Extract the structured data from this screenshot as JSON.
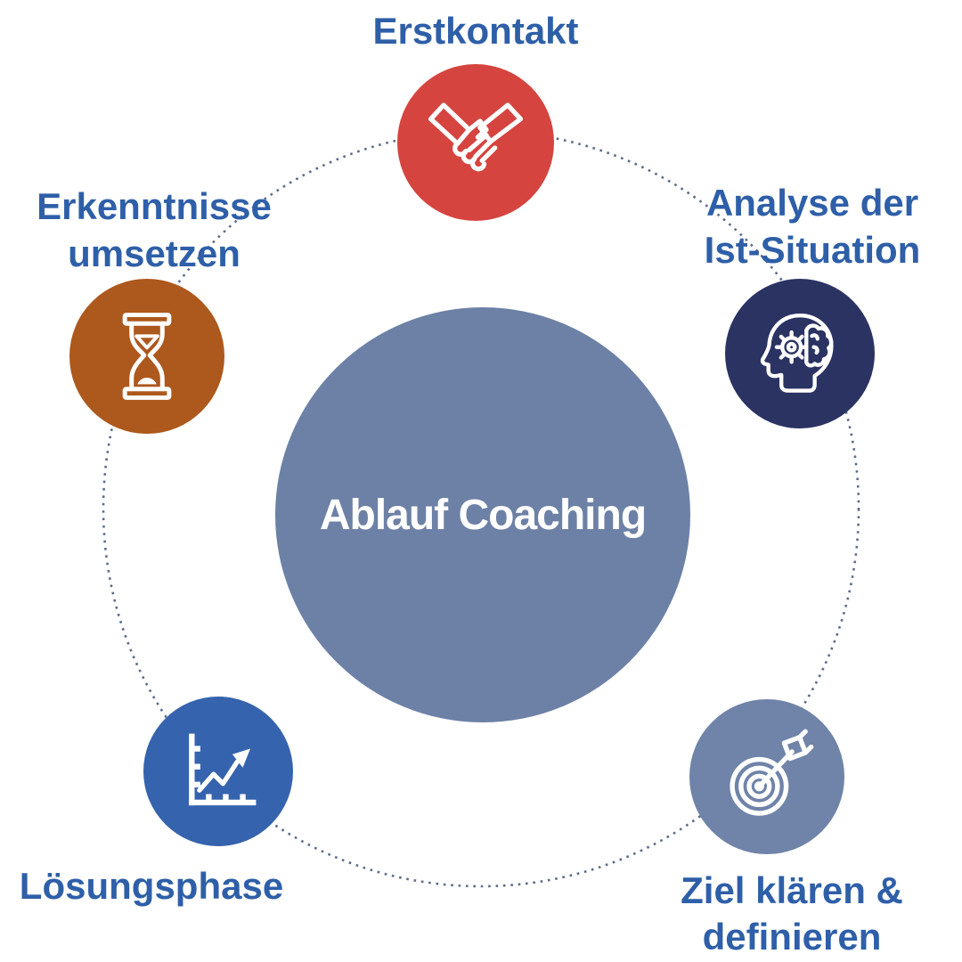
{
  "diagram": {
    "background_color": "#ffffff",
    "label_color": "#2e5fa8",
    "ring_color": "#5d6b89",
    "center": {
      "label": "Ablauf Coaching",
      "color": "#6d81a6",
      "text_color": "#ffffff"
    },
    "steps": [
      {
        "name": "erstkontakt",
        "label": "Erstkontakt",
        "label_lines": [
          "Erstkontakt"
        ],
        "icon": "handshake-icon",
        "color": "#d5443f",
        "position": "top"
      },
      {
        "name": "analyse-der-ist-situation",
        "label": "Analyse der Ist-Situation",
        "label_lines": [
          "Analyse der",
          "Ist-Situation"
        ],
        "icon": "head-gear-brain-icon",
        "color": "#2b3363",
        "position": "right"
      },
      {
        "name": "ziel-klaeren-und-definieren",
        "label": "Ziel klären & definieren",
        "label_lines": [
          "Ziel klären &",
          "definieren"
        ],
        "icon": "target-arrow-icon",
        "color": "#7083a9",
        "position": "bottom-right"
      },
      {
        "name": "loesungsphase",
        "label": "Lösungsphase",
        "label_lines": [
          "Lösungsphase"
        ],
        "icon": "growth-chart-icon",
        "color": "#3663ad",
        "position": "bottom-left"
      },
      {
        "name": "erkenntnisse-umsetzen",
        "label": "Erkenntnisse umsetzen",
        "label_lines": [
          "Erkenntnisse",
          "umsetzen"
        ],
        "icon": "hourglass-icon",
        "color": "#ad581c",
        "position": "left"
      }
    ]
  }
}
